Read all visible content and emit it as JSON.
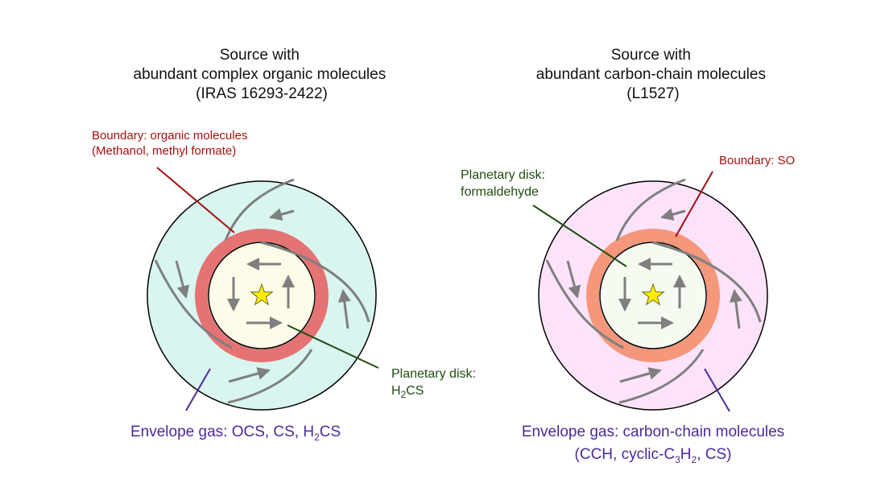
{
  "colors": {
    "left_envelope": "#d9f5ef",
    "right_envelope": "#fce3fa",
    "left_ring": "#e57373",
    "right_ring": "#f4977a",
    "left_disk": "#fffbe9",
    "right_disk": "#f6fbf2",
    "arrow_gray": "#7f7f7f",
    "star_fill": "#ffee00",
    "red_label": "#a30f10",
    "green_label": "#1f4d10",
    "purple_label": "#4b2a9b",
    "outline": "#000000"
  },
  "left": {
    "title": [
      "Source with",
      "abundant complex organic molecules",
      "(IRAS 16293-2422)"
    ],
    "boundary_label": [
      "Boundary: organic molecules",
      "(Methanol, methyl formate)"
    ],
    "disk_label": {
      "line1": "Planetary disk:",
      "h": "H",
      "sub2": "2",
      "cs": "CS"
    },
    "envelope_label": {
      "prefix": "Envelope gas: OCS, CS, H",
      "sub2": "2",
      "suffix": "CS"
    }
  },
  "right": {
    "title": [
      "Source with",
      "abundant carbon-chain molecules",
      "(L1527)"
    ],
    "boundary_label": "Boundary: SO",
    "disk_label": [
      "Planetary disk:",
      "formaldehyde"
    ],
    "envelope_label": {
      "line1": "Envelope gas: carbon-chain molecules",
      "p1": "(CCH, cyclic-C",
      "sub3": "3",
      "h": "H",
      "sub2": "2",
      "p2": ", CS)"
    }
  },
  "icons": {
    "center": "star-icon",
    "flow": "arrow-icon"
  }
}
